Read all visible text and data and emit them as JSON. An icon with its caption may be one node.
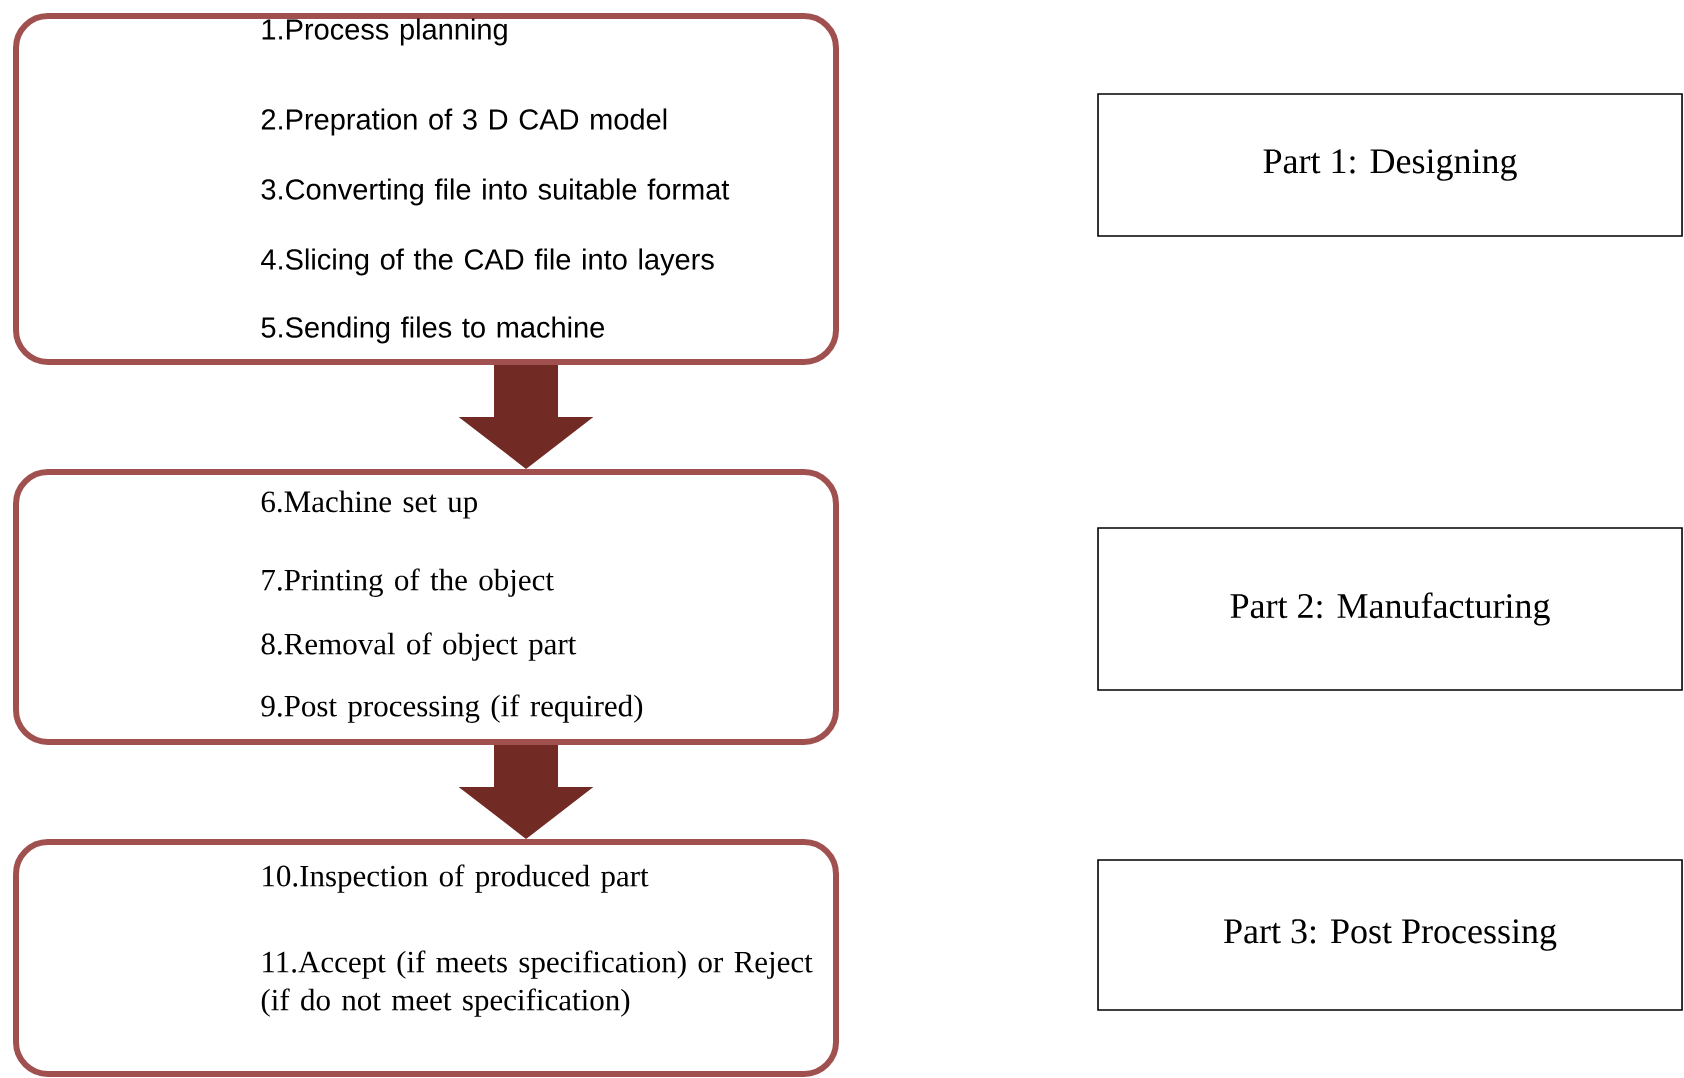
{
  "diagram": {
    "nodes": [
      {
        "text": [
          "1.Process planning",
          "2.Prepration of 3 D CAD model",
          "3.Converting file into suitable format",
          "4.Slicing of the CAD file into layers",
          "5.Sending files to machine"
        ]
      },
      {
        "text": [
          "Part 1: Designing"
        ]
      },
      {
        "text": [
          "6.Machine set up",
          "7.Printing of the object",
          "8.Removal of object part",
          "9.Post processing (if required)"
        ]
      },
      {
        "text": [
          "Part 2: Manufacturing"
        ]
      },
      {
        "text": [
          "10.Inspection of produced part",
          "11.Accept (if meets specification)  or Reject (if do not meet specification)"
        ]
      },
      {
        "text": [
          "Part 3: Post Processing"
        ]
      }
    ],
    "edges": [
      {
        "from": 0,
        "to": 2,
        "arrow": "to"
      },
      {
        "from": 2,
        "to": 4,
        "arrow": "to"
      }
    ]
  }
}
